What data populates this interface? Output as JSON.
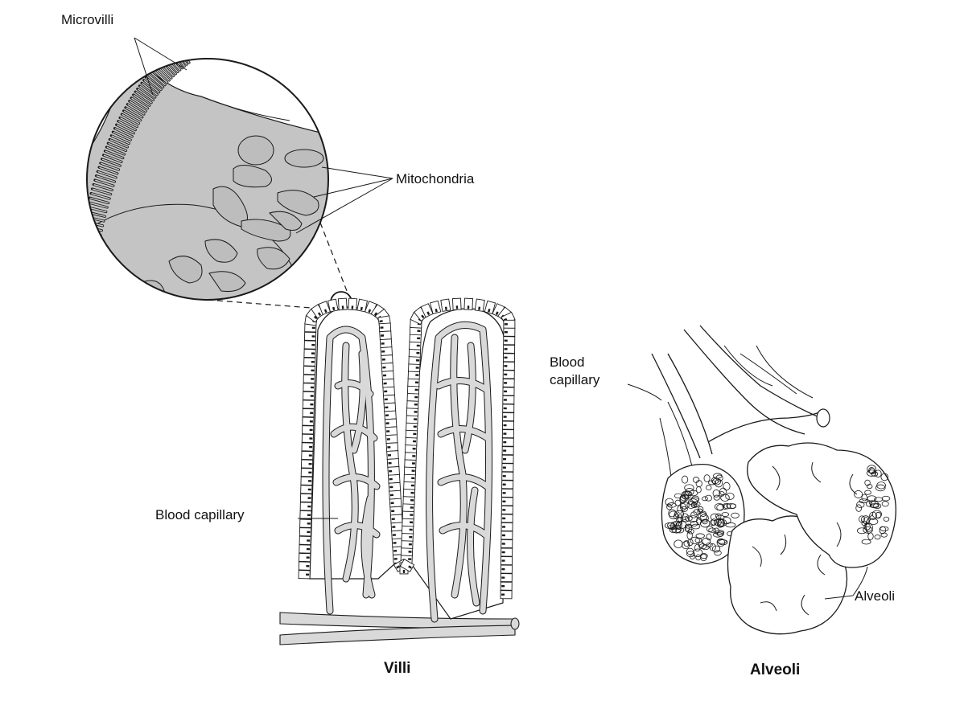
{
  "labels": {
    "microvilli": "Microvilli",
    "mitochondria": "Mitochondria",
    "blood_capillary_villi": "Blood capillary",
    "blood_capillary_alveoli_line1": "Blood",
    "blood_capillary_alveoli_line2": "capillary",
    "alveoli_label": "Alveoli"
  },
  "captions": {
    "villi": "Villi",
    "alveoli": "Alveoli"
  },
  "colors": {
    "ink": "#1a1a1a",
    "cytoplasm": "#bfbfbf",
    "vessel": "#d9d9d9",
    "mitochondria": "#a8a8a8"
  }
}
